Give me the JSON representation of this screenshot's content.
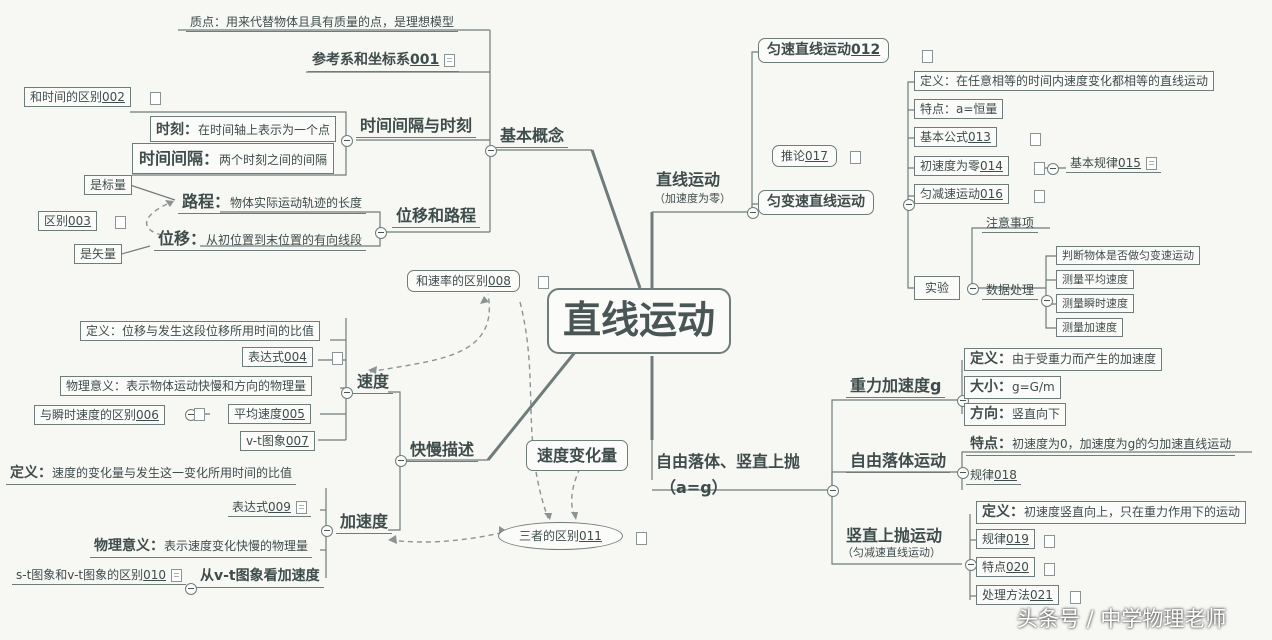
{
  "center": "直线运动",
  "basic": {
    "title": "基本概念",
    "point_mass": "质点：用来代替物体且具有质量的点，是理想模型",
    "reference": {
      "text": "参考系和坐标系",
      "code": "001"
    },
    "time_interval": {
      "title": "时间间隔与时刻",
      "diff": {
        "text": "和时间的区别",
        "code": "002"
      },
      "moment_label": "时刻：",
      "moment_def": "在时间轴上表示为一个点",
      "interval_label": "时间间隔：",
      "interval_def": "两个时刻之间的间隔"
    },
    "displacement": {
      "title": "位移和路程",
      "scalar": "是标量",
      "path_label": "路程：",
      "path_def": "物体实际运动轨迹的长度",
      "diff": {
        "text": "区别",
        "code": "003"
      },
      "disp_label": "位移：",
      "disp_def": "从初位置到末位置的有向线段",
      "vector": "是矢量"
    }
  },
  "speed_desc": {
    "title": "快慢描述",
    "speed_rate_diff": {
      "text": "和速率的区别",
      "code": "008"
    },
    "velocity": {
      "title": "速度",
      "def": "定义：位移与发生这段位移所用时间的比值",
      "expr": {
        "text": "表达式",
        "code": "004"
      },
      "meaning": "物理意义：表示物体运动快慢和方向的物理量",
      "instant_diff": {
        "text": "与瞬时速度的区别",
        "code": "006"
      },
      "avg": {
        "text": "平均速度",
        "code": "005"
      },
      "vt": {
        "text": "v-t图象",
        "code": "007"
      }
    },
    "change": "速度变化量",
    "accel": {
      "title": "加速度",
      "def_label": "定义：",
      "def": "速度的变化量与发生这一变化所用时间的比值",
      "expr": {
        "text": "表达式",
        "code": "009"
      },
      "meaning_label": "物理意义：",
      "meaning": "表示速度变化快慢的物理量",
      "st_vt_diff": {
        "text": "s-t图象和v-t图象的区别",
        "code": "010"
      },
      "from_vt": "从v-t图象看加速度"
    },
    "three_diff": {
      "text": "三者的区别",
      "code": "011"
    }
  },
  "linear": {
    "title": "直线运动",
    "subtitle": "（加速度为零）",
    "uniform": {
      "text": "匀速直线运动",
      "code": "012"
    },
    "inference": {
      "text": "推论",
      "code": "017"
    },
    "variable": {
      "title": "匀变速直线运动",
      "def_label": "定义：",
      "def": "在任意相等的时间内速度变化都相等的直线运动",
      "feature": "特点：a=恒量",
      "formula": {
        "text": "基本公式",
        "code": "013"
      },
      "zero_init": {
        "text": "初速度为零",
        "code": "014"
      },
      "basic_law": {
        "text": "基本规律",
        "code": "015"
      },
      "decel": {
        "text": "匀减速运动",
        "code": "016"
      }
    },
    "experiment": {
      "title": "实验",
      "notes": "注意事项",
      "data": "数据处理",
      "items": [
        "判断物体是否做匀变速运动",
        "测量平均速度",
        "测量瞬时速度",
        "测量加速度"
      ]
    }
  },
  "fall": {
    "title": "自由落体、竖直上抛",
    "subtitle": "（a=g）",
    "gravity": {
      "title": "重力加速度g",
      "def_label": "定义：",
      "def": "由于受重力而产生的加速度",
      "size_label": "大小：",
      "size": "g=G/m",
      "dir_label": "方向：",
      "dir": "竖直向下"
    },
    "free": {
      "title": "自由落体运动",
      "feature_label": "特点：",
      "feature": "初速度为0，加速度为g的匀加速直线运动",
      "law": {
        "text": "规律",
        "code": "018"
      }
    },
    "throw": {
      "title": "竖直上抛运动",
      "subtitle": "（匀减速直线运动）",
      "def_label": "定义：",
      "def": "初速度竖直向上，只在重力作用下的运动",
      "law": {
        "text": "规律",
        "code": "019"
      },
      "feature": {
        "text": "特点",
        "code": "020"
      },
      "method": {
        "text": "处理方法",
        "code": "021"
      }
    }
  },
  "watermark": "头条号 / 中学物理老师"
}
